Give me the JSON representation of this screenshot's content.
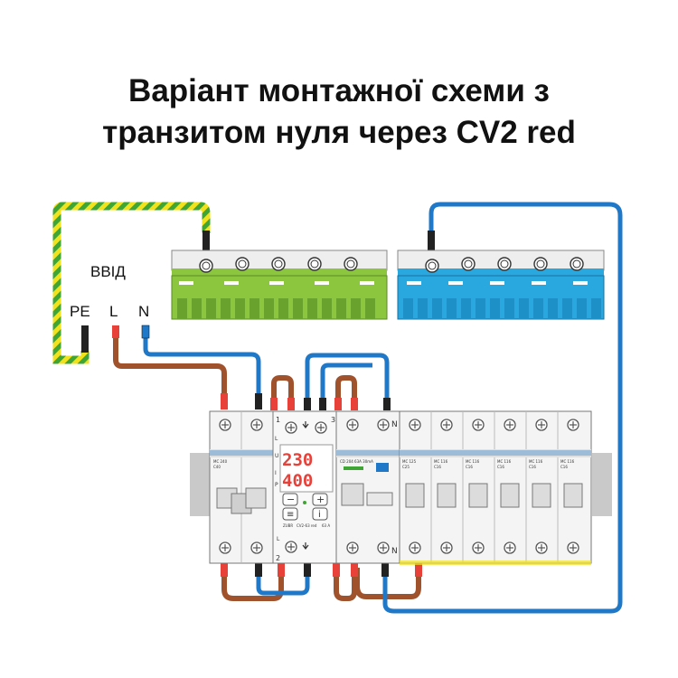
{
  "title": {
    "line1": "Варіант монтажної схеми з",
    "line2": "транзитом нуля через CV2 red"
  },
  "labels": {
    "input": "ВВІД",
    "pe": "PE",
    "l": "L",
    "n": "N"
  },
  "relay": {
    "display_top": "230",
    "display_bottom": "400",
    "brand": "ZUBR",
    "model": "CV2-63 red",
    "rating": "63 A",
    "terminal_top_left": "1",
    "terminal_top_right": "3",
    "terminal_bottom_left": "2",
    "side_marks": [
      "L",
      "U",
      "I",
      "P"
    ],
    "btn_minus": "−",
    "btn_plus": "+",
    "btn_menu": "≡",
    "btn_info": "i"
  },
  "devices": {
    "main_breaker_text": "MC 240",
    "main_breaker_rating": "C40",
    "rcd_text": "CD 204 63A 30mA",
    "branch": [
      {
        "text": "MC 125",
        "rating": "C25"
      },
      {
        "text": "MC 116",
        "rating": "C16"
      },
      {
        "text": "MC 116",
        "rating": "C16"
      },
      {
        "text": "MC 116",
        "rating": "C16"
      },
      {
        "text": "MC 116",
        "rating": "C16"
      },
      {
        "text": "MC 116",
        "rating": "C16"
      }
    ],
    "terminal_n": "N"
  },
  "colors": {
    "pe_green": "#3fa535",
    "pe_yellow": "#f2e21d",
    "brown": "#a0522d",
    "blue": "#1f78c8",
    "green_bar": "#8cc63f",
    "blue_bar": "#29a8e0",
    "red": "#e8413a"
  },
  "icons": [
    "screw-icon",
    "arrow-down-icon",
    "wire-ferrule-icon"
  ]
}
